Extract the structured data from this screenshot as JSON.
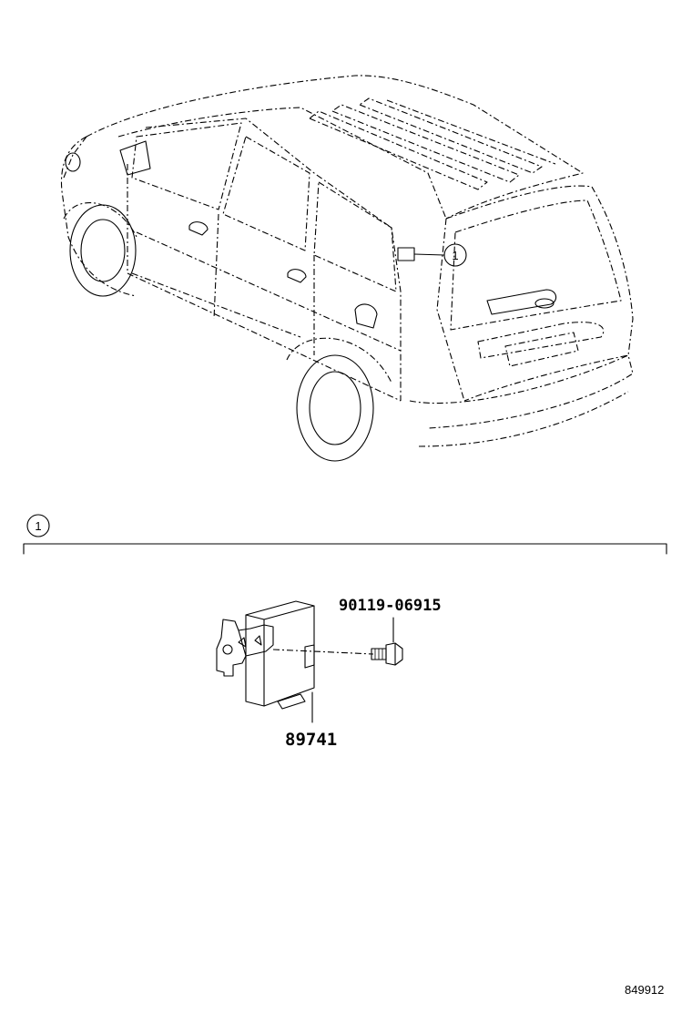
{
  "callouts": {
    "vehicle_marker": "1",
    "section_marker": "1"
  },
  "parts": {
    "bolt_part_number": "90119-06915",
    "module_part_number": "89741"
  },
  "drawing_reference": "849912",
  "colors": {
    "ink": "#000000",
    "paper": "#ffffff"
  }
}
